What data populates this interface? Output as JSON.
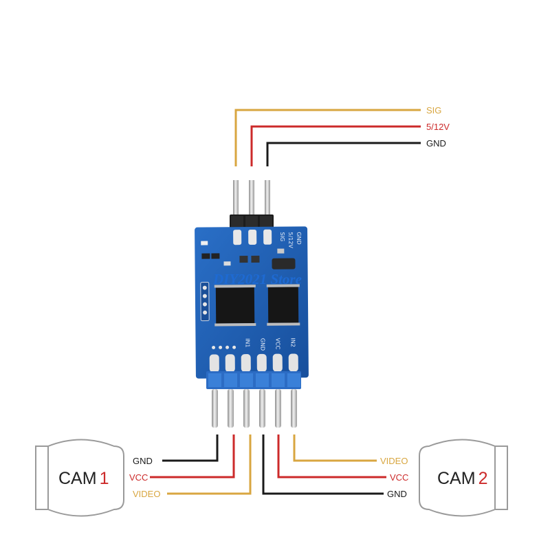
{
  "colors": {
    "signal": "#d8a640",
    "power": "#cc2a2a",
    "ground": "#1a1a1a",
    "video": "#d8a640",
    "board": "#1f5fb4",
    "watermark": "#1e6ad2",
    "header_block": "#2a6fc7"
  },
  "top_connector": {
    "pins": [
      {
        "label": "SIG",
        "wire": "signal"
      },
      {
        "label": "5/12V",
        "wire": "power"
      },
      {
        "label": "GND",
        "wire": "ground"
      }
    ]
  },
  "board": {
    "silkscreen": [
      "GND",
      "5/12V",
      "SIG",
      "IN1",
      "GND",
      "VCC",
      "IN2"
    ]
  },
  "watermark": "DIY2021 Store",
  "cam1": {
    "name": "CAM",
    "number": "1",
    "wires": [
      {
        "label": "GND",
        "wire": "ground"
      },
      {
        "label": "VCC",
        "wire": "power"
      },
      {
        "label": "VIDEO",
        "wire": "video"
      }
    ]
  },
  "cam2": {
    "name": "CAM",
    "number": "2",
    "wires": [
      {
        "label": "VIDEO",
        "wire": "video"
      },
      {
        "label": "VCC",
        "wire": "power"
      },
      {
        "label": "GND",
        "wire": "ground"
      }
    ]
  }
}
